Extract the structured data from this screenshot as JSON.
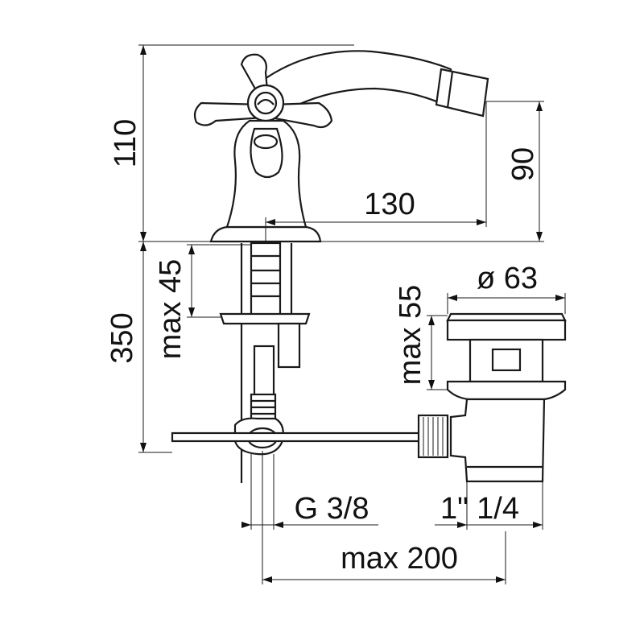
{
  "dimensions": {
    "height_total": "110",
    "spout_height": "90",
    "spout_reach": "130",
    "install_depth": "350",
    "max_deck": "max 45",
    "waste_height": "max 55",
    "waste_diameter": "ø 63",
    "inlet_thread": "G 3/8",
    "waste_thread": "1\" 1/4",
    "rod_length": "max 200"
  }
}
